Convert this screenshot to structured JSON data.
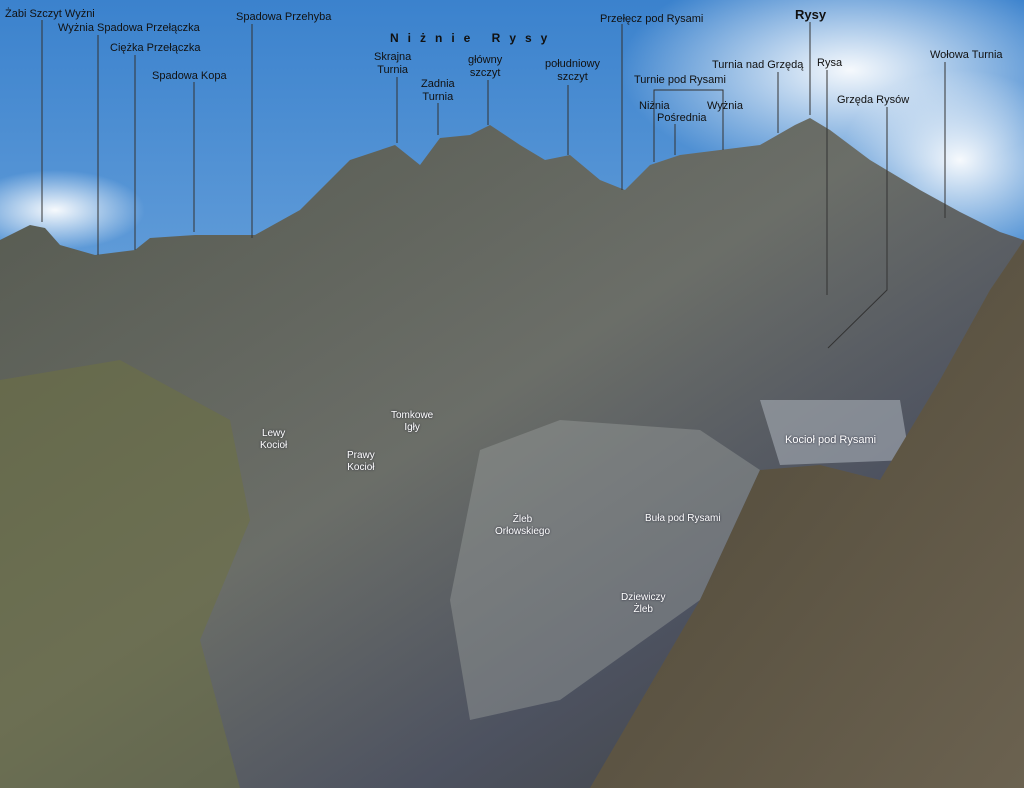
{
  "labels": {
    "zabi_szczyt_wyzni": "Żabi Szczyt Wyżni",
    "wyznia_spadowa_przelaczka": "Wyżnia Spadowa Przełączka",
    "ciezka_przelaczka": "Ciężka Przełączka",
    "spadowa_kopa": "Spadowa Kopa",
    "spadowa_przehyba": "Spadowa Przehyba",
    "niznie_rysy": "Niżnie Rysy",
    "skrajna_turnia": [
      "Skrajna",
      "Turnia"
    ],
    "zadnia_turnia": [
      "Zadnia",
      "Turnia"
    ],
    "glowny_szczyt": [
      "główny",
      "szczyt"
    ],
    "poludniowy_szczyt": [
      "południowy",
      "szczyt"
    ],
    "przelecz_pod_rysami": "Przełęcz pod Rysami",
    "rysy": "Rysy",
    "turnia_nad_grzeda": "Turnia nad Grzędą",
    "rysa": "Rysa",
    "turnie_pod_rysami": "Turnie pod Rysami",
    "nizna": "Niżnia",
    "posrednia": "Pośrednia",
    "wyznia": "Wyżnia",
    "grzeda_rysow": "Grzęda Rysów",
    "wolowa_turnia": "Wołowa Turnia",
    "lewy_kociol": [
      "Lewy",
      "Kocioł"
    ],
    "prawy_kociol": [
      "Prawy",
      "Kocioł"
    ],
    "tomkowe_igly": [
      "Tomkowe",
      "Igły"
    ],
    "zleb_orlowskiego": [
      "Żleb",
      "Orłowskiego"
    ],
    "bula_pod_rysami": "Buła pod Rysami",
    "dziewiczy_zleb": [
      "Dziewiczy",
      "Żleb"
    ],
    "kociol_pod_rysami": "Kocioł pod Rysami"
  },
  "colors": {
    "sky_top": "#3f86d0",
    "sky_bottom": "#a9cdee",
    "rock": "#5d605a",
    "grass": "#6e7040",
    "foreground": "#4a4535"
  }
}
